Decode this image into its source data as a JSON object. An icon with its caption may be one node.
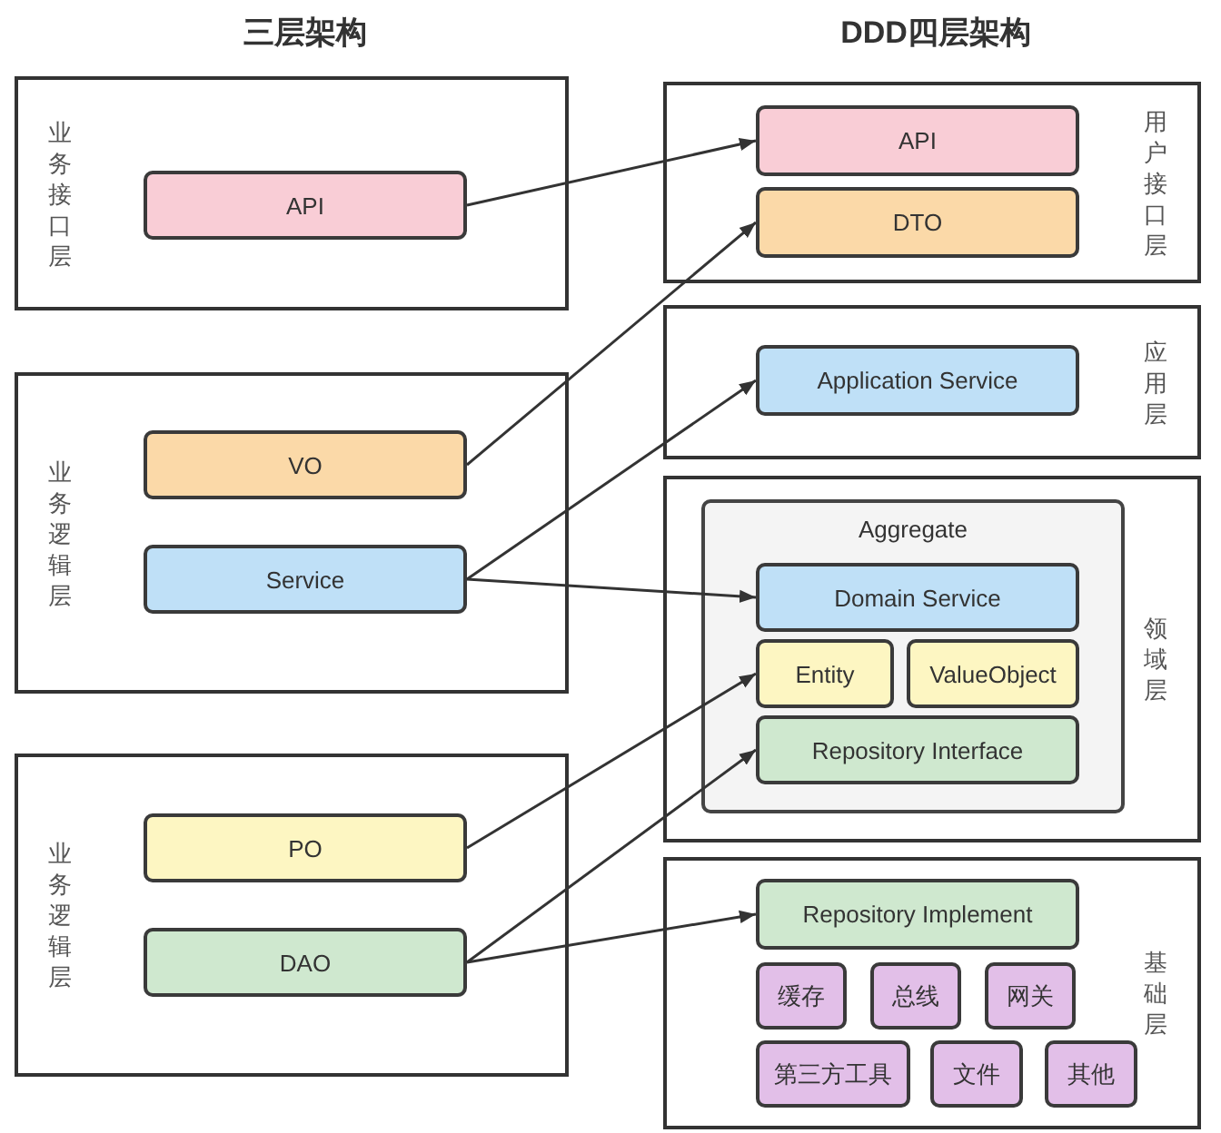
{
  "diagram": {
    "nodes": [
      {
        "text": [
          "业务接口层"
        ]
      },
      {
        "text": [
          "API"
        ],
        "in": 0
      },
      {
        "text": [
          "业务逻辑层"
        ]
      },
      {
        "text": [
          "VO"
        ],
        "in": 2
      },
      {
        "text": [
          "Service"
        ],
        "in": 2
      },
      {
        "text": [
          "业务逻辑层"
        ]
      },
      {
        "text": [
          "PO"
        ],
        "in": 5
      },
      {
        "text": [
          "DAO"
        ],
        "in": 5
      },
      {
        "text": [
          "用户接口层"
        ]
      },
      {
        "text": [
          "API"
        ],
        "in": 8
      },
      {
        "text": [
          "DTO"
        ],
        "in": 8
      },
      {
        "text": [
          "应用层"
        ]
      },
      {
        "text": [
          "Application Service"
        ],
        "in": 11
      },
      {
        "text": [
          "领域层"
        ]
      },
      {
        "text": [
          "Aggregate"
        ],
        "in": 13
      },
      {
        "text": [
          "Domain Service"
        ],
        "in": 14
      },
      {
        "text": [
          "Entity"
        ],
        "in": 14
      },
      {
        "text": [
          "ValueObject"
        ],
        "in": 14
      },
      {
        "text": [
          "Repository Interface"
        ],
        "in": 14
      },
      {
        "text": [
          "基础层"
        ]
      },
      {
        "text": [
          "Repository Implement"
        ],
        "in": 19
      },
      {
        "text": [
          "缓存"
        ],
        "in": 19
      },
      {
        "text": [
          "总线"
        ],
        "in": 19
      },
      {
        "text": [
          "网关"
        ],
        "in": 19
      },
      {
        "text": [
          "第三方工具"
        ],
        "in": 19
      },
      {
        "text": [
          "文件"
        ],
        "in": 19
      },
      {
        "text": [
          "其他"
        ],
        "in": 19
      }
    ],
    "edges": [
      {
        "from": 1,
        "to": 9,
        "arrow": "to"
      },
      {
        "from": 3,
        "to": 10,
        "arrow": "to"
      },
      {
        "from": 4,
        "to": 12,
        "arrow": "to"
      },
      {
        "from": 4,
        "to": 15,
        "arrow": "to"
      },
      {
        "from": 6,
        "to": 16,
        "arrow": "to"
      },
      {
        "from": 7,
        "to": 18,
        "arrow": "to"
      },
      {
        "from": 7,
        "to": 20,
        "arrow": "to"
      }
    ],
    "labels": [
      "三层架构",
      "DDD四层架构"
    ]
  }
}
